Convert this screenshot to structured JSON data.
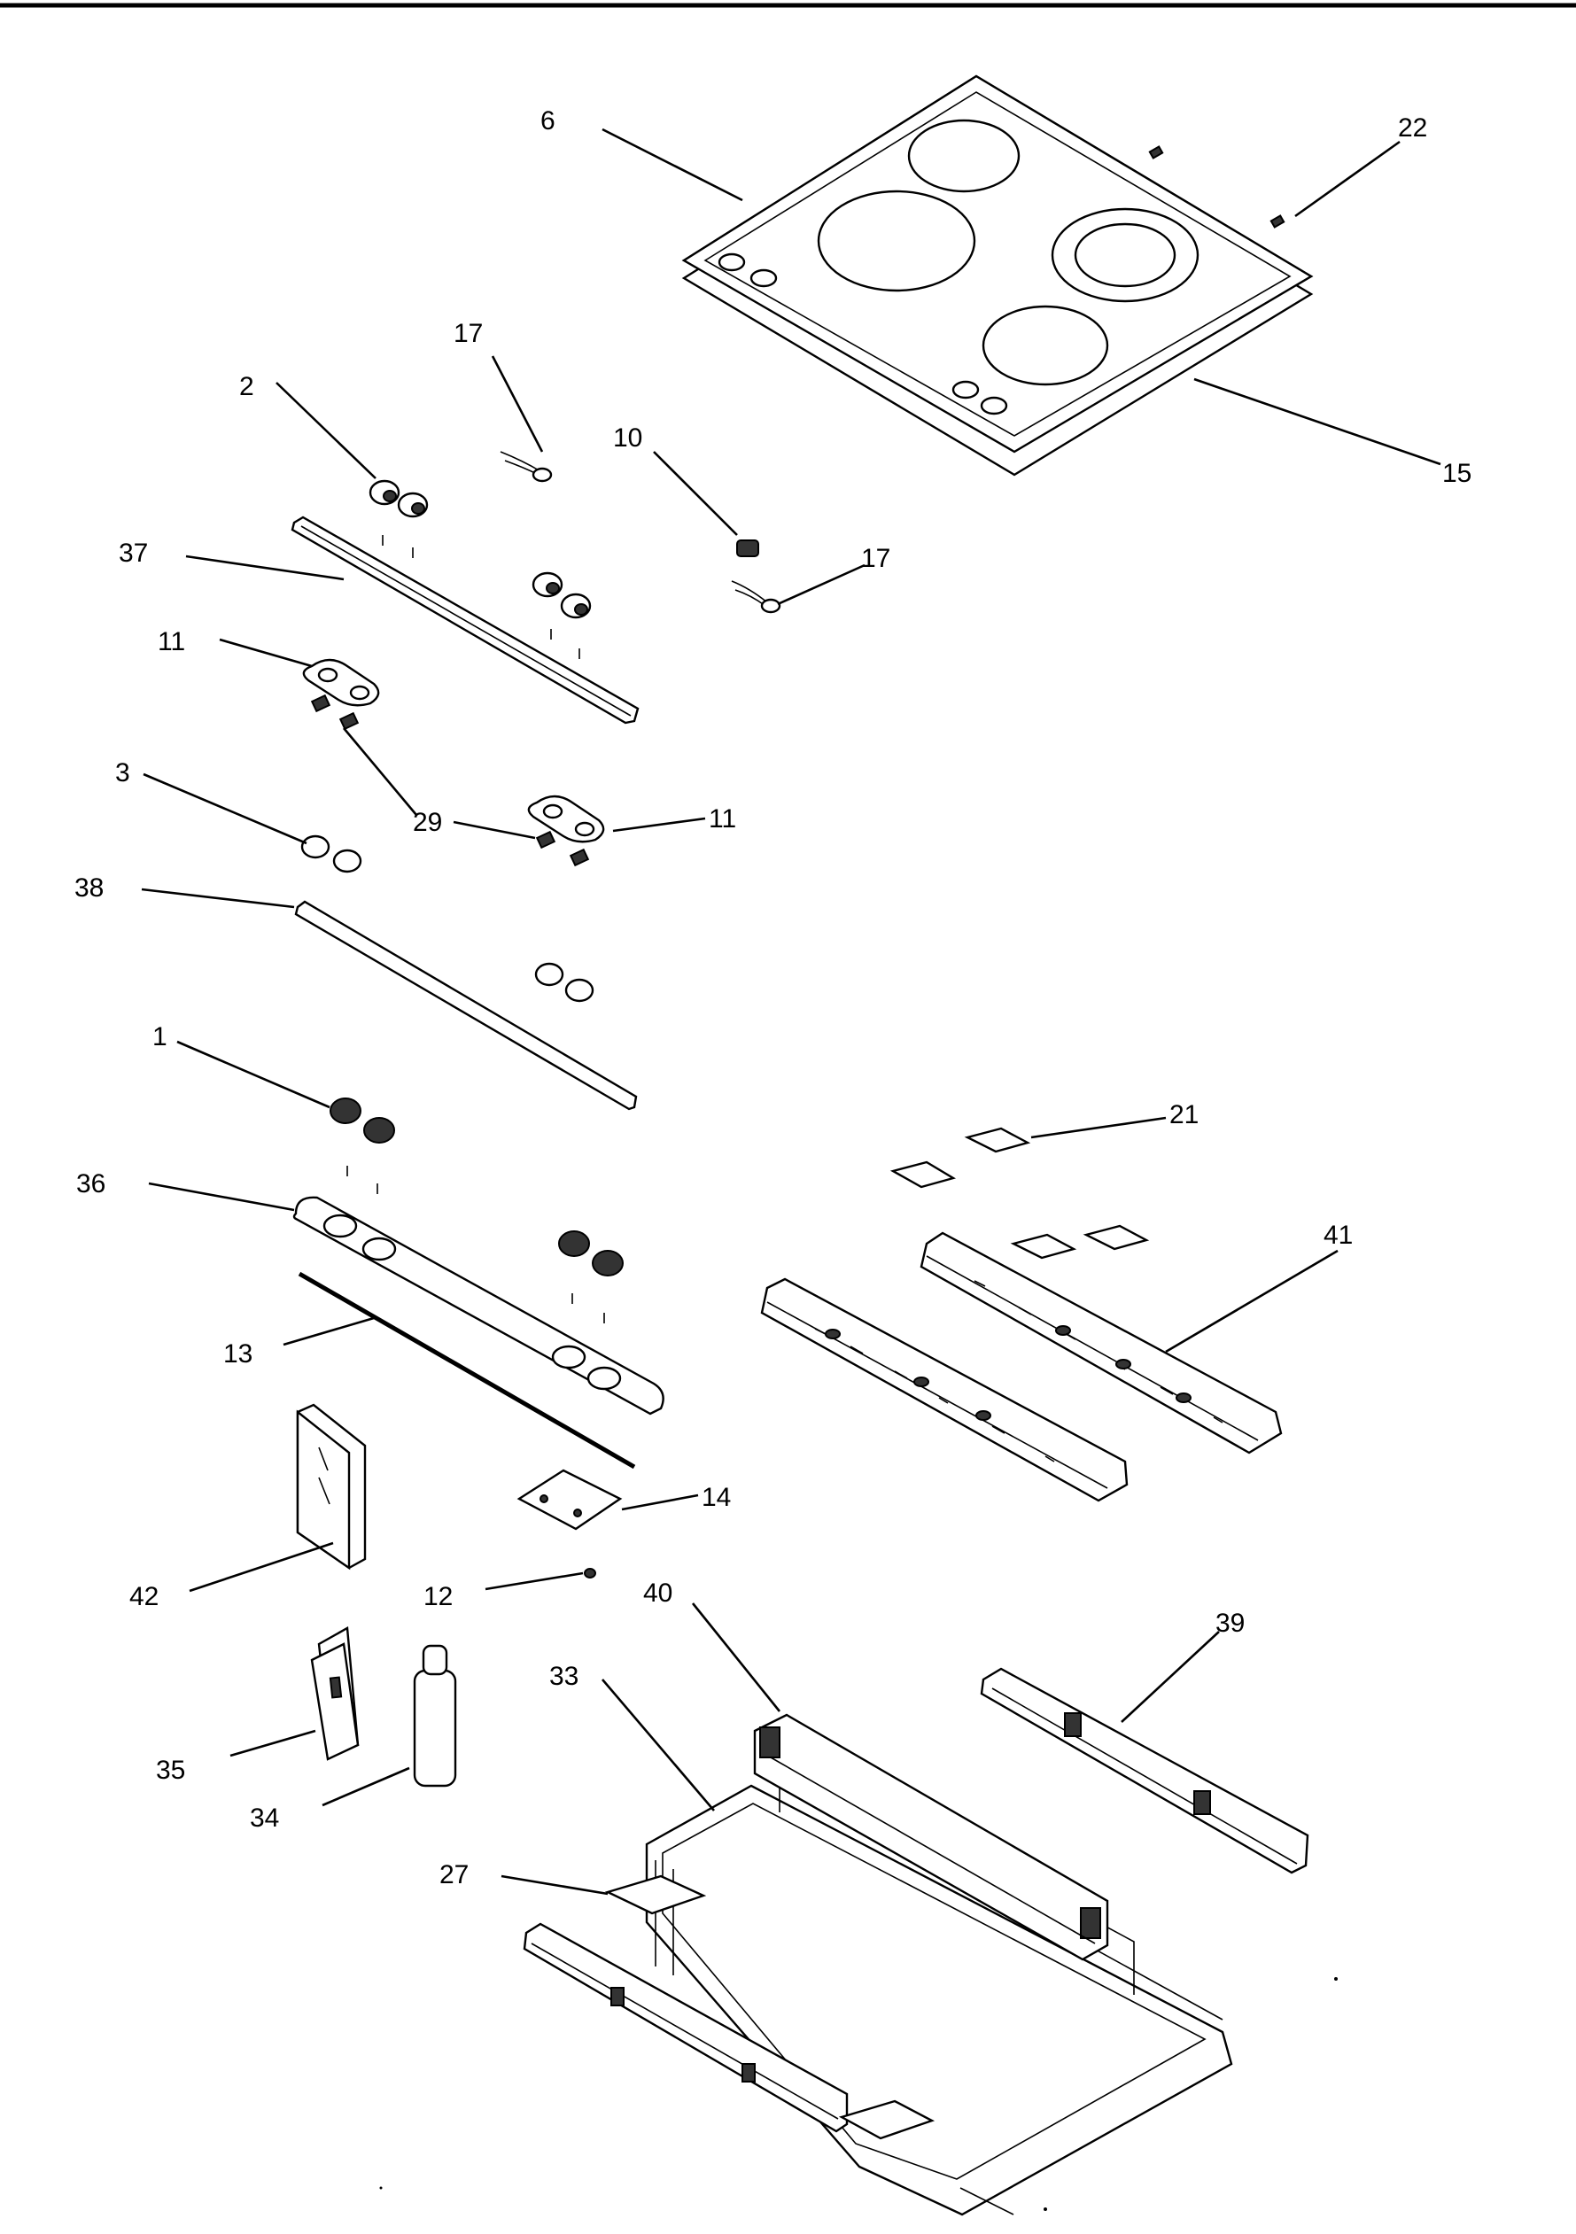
{
  "callouts": {
    "c6": "6",
    "c22": "22",
    "c17a": "17",
    "c2": "2",
    "c10": "10",
    "c15": "15",
    "c37": "37",
    "c17b": "17",
    "c11a": "11",
    "c29": "29",
    "c11b": "11",
    "c3": "3",
    "c38": "38",
    "c1": "1",
    "c21": "21",
    "c36": "36",
    "c41": "41",
    "c13": "13",
    "c14": "14",
    "c42": "42",
    "c12": "12",
    "c40": "40",
    "c39": "39",
    "c33": "33",
    "c35": "35",
    "c34": "34",
    "c27": "27"
  }
}
